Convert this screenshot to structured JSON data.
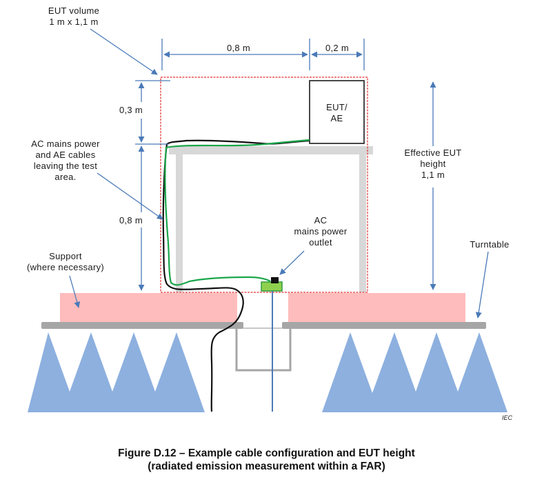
{
  "figure": {
    "caption_line1": "Figure D.12 – Example cable configuration and EUT height",
    "caption_line2": "(radiated emission measurement within a FAR)",
    "watermark": "IEC"
  },
  "labels": {
    "eut_volume": "EUT volume\n1 m x 1,1 m",
    "dim_horizontal_main": "0,8 m",
    "dim_horizontal_side": "0,2 m",
    "dim_vertical_top": "0,3 m",
    "dim_vertical_table": "0,8 m",
    "eut_ae_box": "EUT/\nAE",
    "cables": "AC mains power\nand AE cables\nleaving the test\narea.",
    "outlet": "AC\nmains power\noutlet",
    "support": "Support\n(where necessary)",
    "effective_height": "Effective EUT\nheight\n1,1 m",
    "turntable": "Turntable"
  },
  "colors": {
    "arrow_blue": "#4a7ab8",
    "eut_volume_outline": "#e03030",
    "table_gray": "#d8d8d8",
    "support_pink": "#ffbcbc",
    "turntable_gray": "#a6a6a6",
    "absorber_blue": "#8db0df",
    "cable_green": "#1aa64a",
    "cable_black": "#111111",
    "outlet_green": "#8ed04e",
    "outlet_border": "#2e9a3a"
  }
}
